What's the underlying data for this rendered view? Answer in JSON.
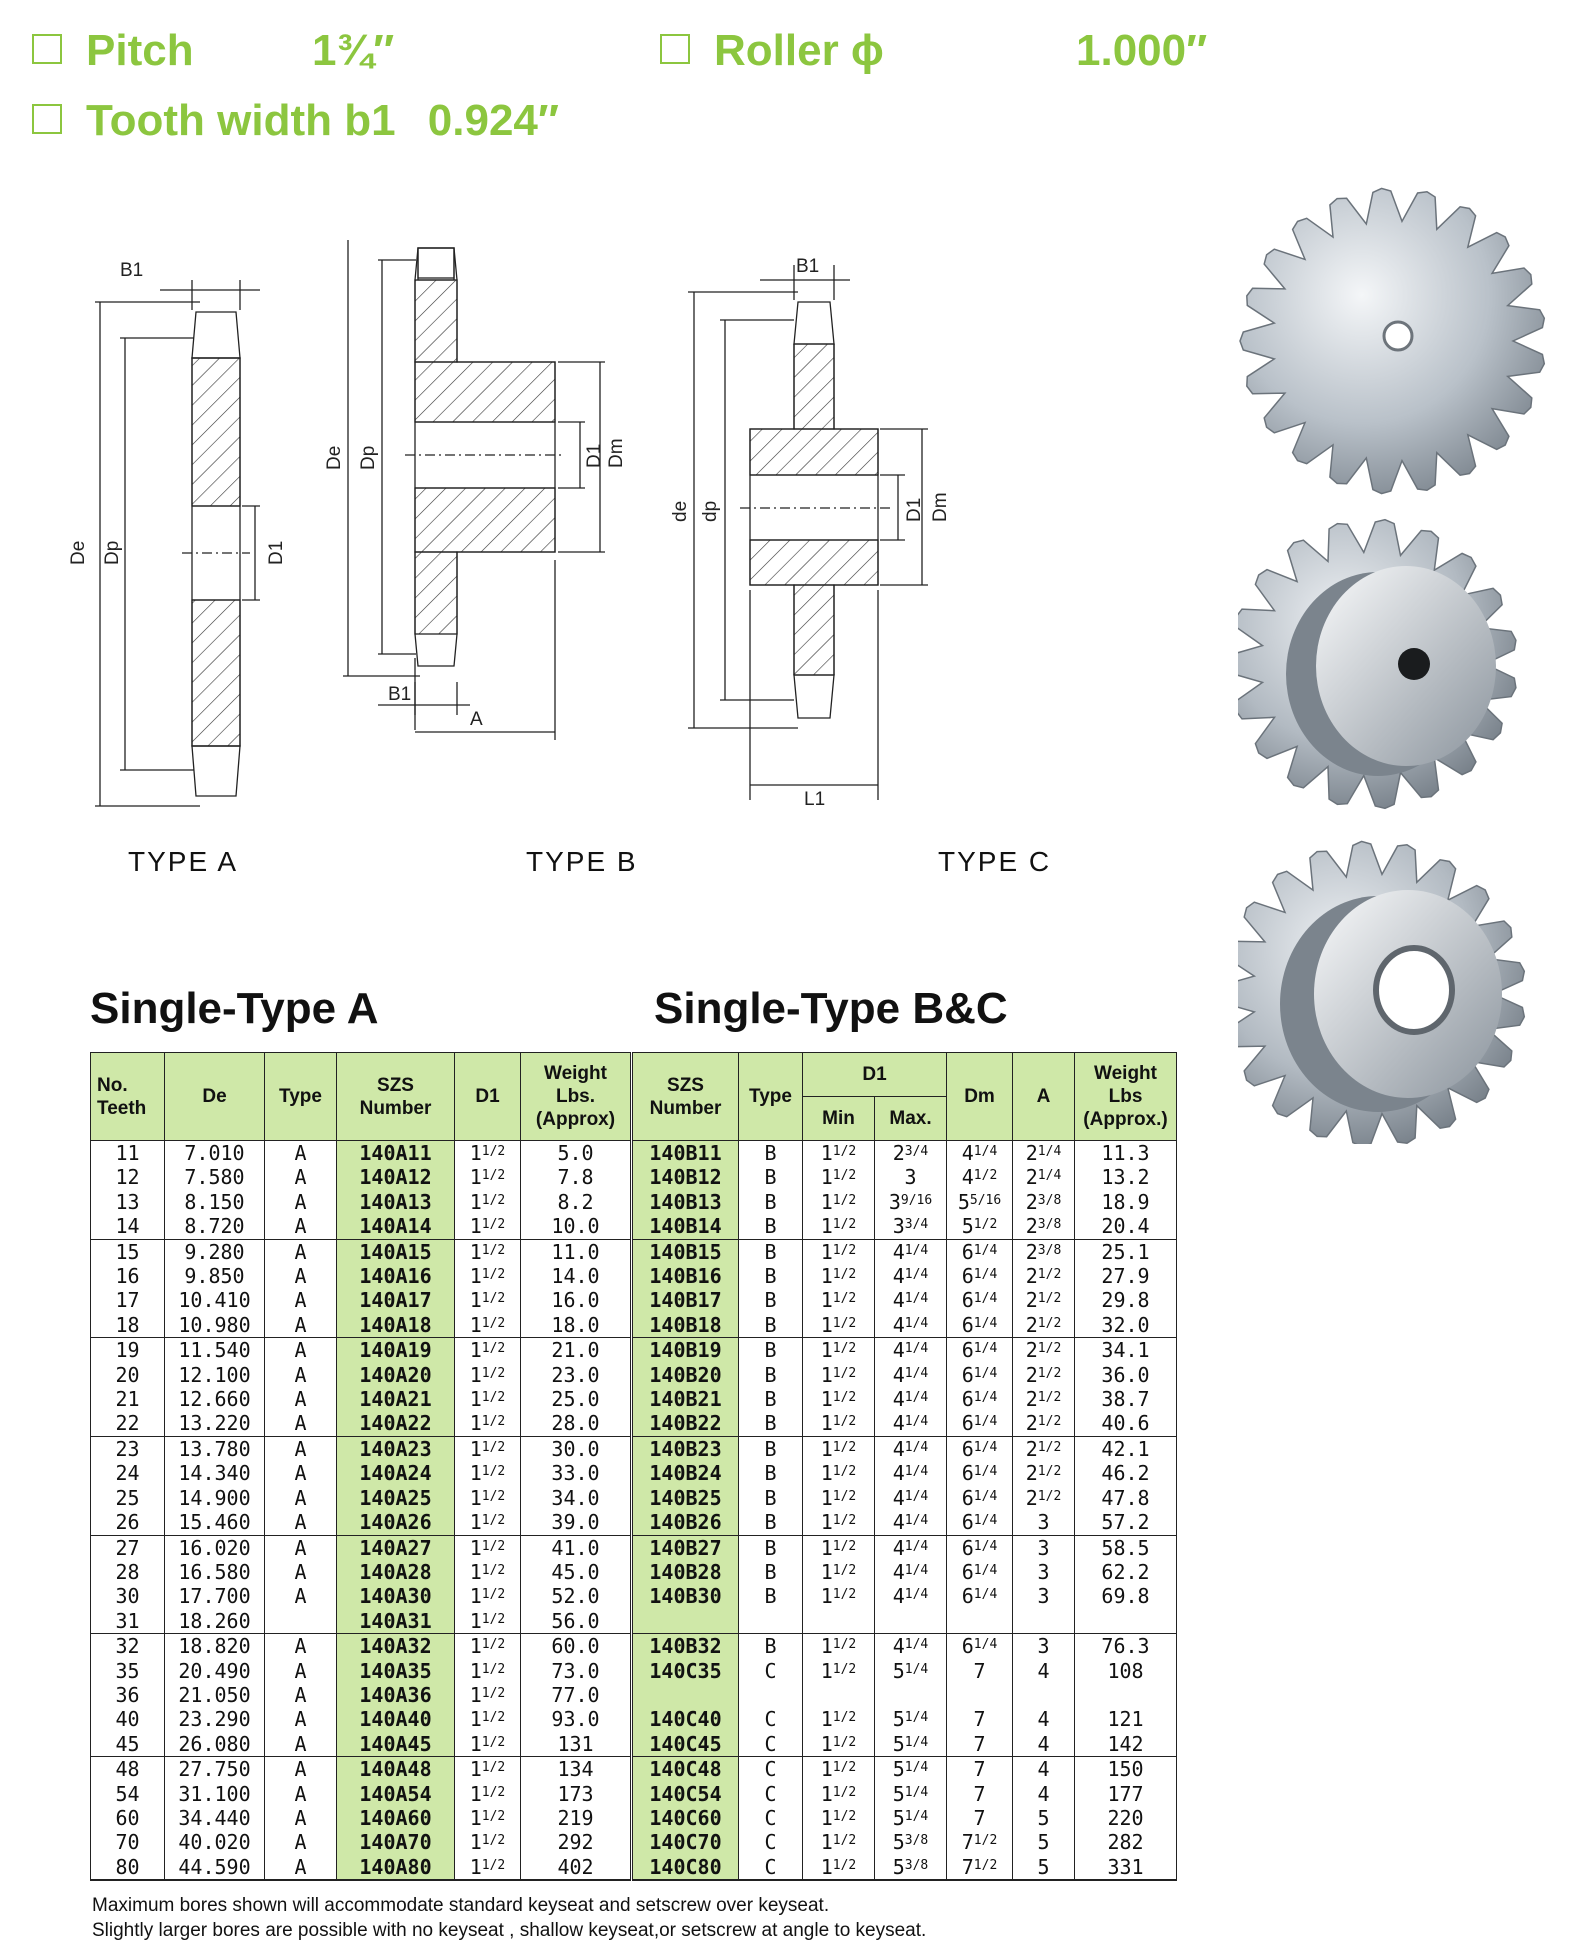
{
  "specs": {
    "pitch": {
      "label": "Pitch",
      "value": "1¾″"
    },
    "roller": {
      "label": "Roller ϕ",
      "value": "1.000″"
    },
    "tooth": {
      "label": "Tooth width b1",
      "value": "0.924″"
    }
  },
  "diagram_labels": {
    "type_a": "TYPE A",
    "type_b": "TYPE B",
    "type_c": "TYPE C",
    "b1": "B1",
    "de_upper": "De",
    "dp_upper": "Dp",
    "d1": "D1",
    "dm": "Dm",
    "a": "A",
    "l1": "L1",
    "de_lower": "de",
    "dp_lower": "dp"
  },
  "sections": {
    "type_a": "Single-Type A",
    "type_bc": "Single-Type B&C"
  },
  "table_a": {
    "headers": [
      "No.\nTeeth",
      "De",
      "Type",
      "SZS\nNumber",
      "D1",
      "Weight\nLbs.\n(Approx)"
    ],
    "rows": [
      [
        "11",
        "7.010",
        "A",
        "140A11",
        "1½",
        "5.0"
      ],
      [
        "12",
        "7.580",
        "A",
        "140A12",
        "1½",
        "7.8"
      ],
      [
        "13",
        "8.150",
        "A",
        "140A13",
        "1½",
        "8.2"
      ],
      [
        "14",
        "8.720",
        "A",
        "140A14",
        "1½",
        "10.0"
      ],
      [
        "15",
        "9.280",
        "A",
        "140A15",
        "1½",
        "11.0"
      ],
      [
        "16",
        "9.850",
        "A",
        "140A16",
        "1½",
        "14.0"
      ],
      [
        "17",
        "10.410",
        "A",
        "140A17",
        "1½",
        "16.0"
      ],
      [
        "18",
        "10.980",
        "A",
        "140A18",
        "1½",
        "18.0"
      ],
      [
        "19",
        "11.540",
        "A",
        "140A19",
        "1½",
        "21.0"
      ],
      [
        "20",
        "12.100",
        "A",
        "140A20",
        "1½",
        "23.0"
      ],
      [
        "21",
        "12.660",
        "A",
        "140A21",
        "1½",
        "25.0"
      ],
      [
        "22",
        "13.220",
        "A",
        "140A22",
        "1½",
        "28.0"
      ],
      [
        "23",
        "13.780",
        "A",
        "140A23",
        "1½",
        "30.0"
      ],
      [
        "24",
        "14.340",
        "A",
        "140A24",
        "1½",
        "33.0"
      ],
      [
        "25",
        "14.900",
        "A",
        "140A25",
        "1½",
        "34.0"
      ],
      [
        "26",
        "15.460",
        "A",
        "140A26",
        "1½",
        "39.0"
      ],
      [
        "27",
        "16.020",
        "A",
        "140A27",
        "1½",
        "41.0"
      ],
      [
        "28",
        "16.580",
        "A",
        "140A28",
        "1½",
        "45.0"
      ],
      [
        "30",
        "17.700",
        "A",
        "140A30",
        "1½",
        "52.0"
      ],
      [
        "31",
        "18.260",
        "",
        "140A31",
        "1½",
        "56.0"
      ],
      [
        "32",
        "18.820",
        "A",
        "140A32",
        "1½",
        "60.0"
      ],
      [
        "35",
        "20.490",
        "A",
        "140A35",
        "1½",
        "73.0"
      ],
      [
        "36",
        "21.050",
        "A",
        "140A36",
        "1½",
        "77.0"
      ],
      [
        "40",
        "23.290",
        "A",
        "140A40",
        "1½",
        "93.0"
      ],
      [
        "45",
        "26.080",
        "A",
        "140A45",
        "1½",
        "131"
      ],
      [
        "48",
        "27.750",
        "A",
        "140A48",
        "1½",
        "134"
      ],
      [
        "54",
        "31.100",
        "A",
        "140A54",
        "1½",
        "173"
      ],
      [
        "60",
        "34.440",
        "A",
        "140A60",
        "1½",
        "219"
      ],
      [
        "70",
        "40.020",
        "A",
        "140A70",
        "1½",
        "292"
      ],
      [
        "80",
        "44.590",
        "A",
        "140A80",
        "1½",
        "402"
      ]
    ]
  },
  "table_bc": {
    "headers": {
      "szs": "SZS\nNumber",
      "type": "Type",
      "d1": "D1",
      "min": "Min",
      "max": "Max.",
      "dm": "Dm",
      "a": "A",
      "weight": "Weight\nLbs\n(Approx.)"
    },
    "rows": [
      [
        "140B11",
        "B",
        "1½",
        "2¾",
        "4¼",
        "2¼",
        "11.3"
      ],
      [
        "140B12",
        "B",
        "1½",
        "3",
        "4½",
        "2¼",
        "13.2"
      ],
      [
        "140B13",
        "B",
        "1½",
        "3⁹⁄₁₆",
        "5⁵⁄₁₆",
        "2⅜",
        "18.9"
      ],
      [
        "140B14",
        "B",
        "1½",
        "3¾",
        "5½",
        "2⅜",
        "20.4"
      ],
      [
        "140B15",
        "B",
        "1½",
        "4¼",
        "6¼",
        "2⅜",
        "25.1"
      ],
      [
        "140B16",
        "B",
        "1½",
        "4¼",
        "6¼",
        "2½",
        "27.9"
      ],
      [
        "140B17",
        "B",
        "1½",
        "4¼",
        "6¼",
        "2½",
        "29.8"
      ],
      [
        "140B18",
        "B",
        "1½",
        "4¼",
        "6¼",
        "2½",
        "32.0"
      ],
      [
        "140B19",
        "B",
        "1½",
        "4¼",
        "6¼",
        "2½",
        "34.1"
      ],
      [
        "140B20",
        "B",
        "1½",
        "4¼",
        "6¼",
        "2½",
        "36.0"
      ],
      [
        "140B21",
        "B",
        "1½",
        "4¼",
        "6¼",
        "2½",
        "38.7"
      ],
      [
        "140B22",
        "B",
        "1½",
        "4¼",
        "6¼",
        "2½",
        "40.6"
      ],
      [
        "140B23",
        "B",
        "1½",
        "4¼",
        "6¼",
        "2½",
        "42.1"
      ],
      [
        "140B24",
        "B",
        "1½",
        "4¼",
        "6¼",
        "2½",
        "46.2"
      ],
      [
        "140B25",
        "B",
        "1½",
        "4¼",
        "6¼",
        "2½",
        "47.8"
      ],
      [
        "140B26",
        "B",
        "1½",
        "4¼",
        "6¼",
        "3",
        "57.2"
      ],
      [
        "140B27",
        "B",
        "1½",
        "4¼",
        "6¼",
        "3",
        "58.5"
      ],
      [
        "140B28",
        "B",
        "1½",
        "4¼",
        "6¼",
        "3",
        "62.2"
      ],
      [
        "140B30",
        "B",
        "1½",
        "4¼",
        "6¼",
        "3",
        "69.8"
      ],
      [
        "",
        "",
        "",
        "",
        "",
        "",
        ""
      ],
      [
        "140B32",
        "B",
        "1½",
        "4¼",
        "6¼",
        "3",
        "76.3"
      ],
      [
        "140C35",
        "C",
        "1½",
        "5¼",
        "7",
        "4",
        "108"
      ],
      [
        "",
        "",
        "",
        "",
        "",
        "",
        ""
      ],
      [
        "140C40",
        "C",
        "1½",
        "5¼",
        "7",
        "4",
        "121"
      ],
      [
        "140C45",
        "C",
        "1½",
        "5¼",
        "7",
        "4",
        "142"
      ],
      [
        "140C48",
        "C",
        "1½",
        "5¼",
        "7",
        "4",
        "150"
      ],
      [
        "140C54",
        "C",
        "1½",
        "5¼",
        "7",
        "4",
        "177"
      ],
      [
        "140C60",
        "C",
        "1½",
        "5¼",
        "7",
        "5",
        "220"
      ],
      [
        "140C70",
        "C",
        "1½",
        "5⅜",
        "7½",
        "5",
        "282"
      ],
      [
        "140C80",
        "C",
        "1½",
        "5⅜",
        "7½",
        "5",
        "331"
      ]
    ]
  },
  "footnote": [
    "Maximum bores shown will accommodate standard keyseat and setscrew over keyseat.",
    "Slightly larger bores are possible with no keyseat , shallow keyseat,or setscrew at angle to keyseat."
  ],
  "photos": [
    "sprocket-type-a-photo",
    "sprocket-type-b-photo",
    "sprocket-type-c-photo"
  ]
}
